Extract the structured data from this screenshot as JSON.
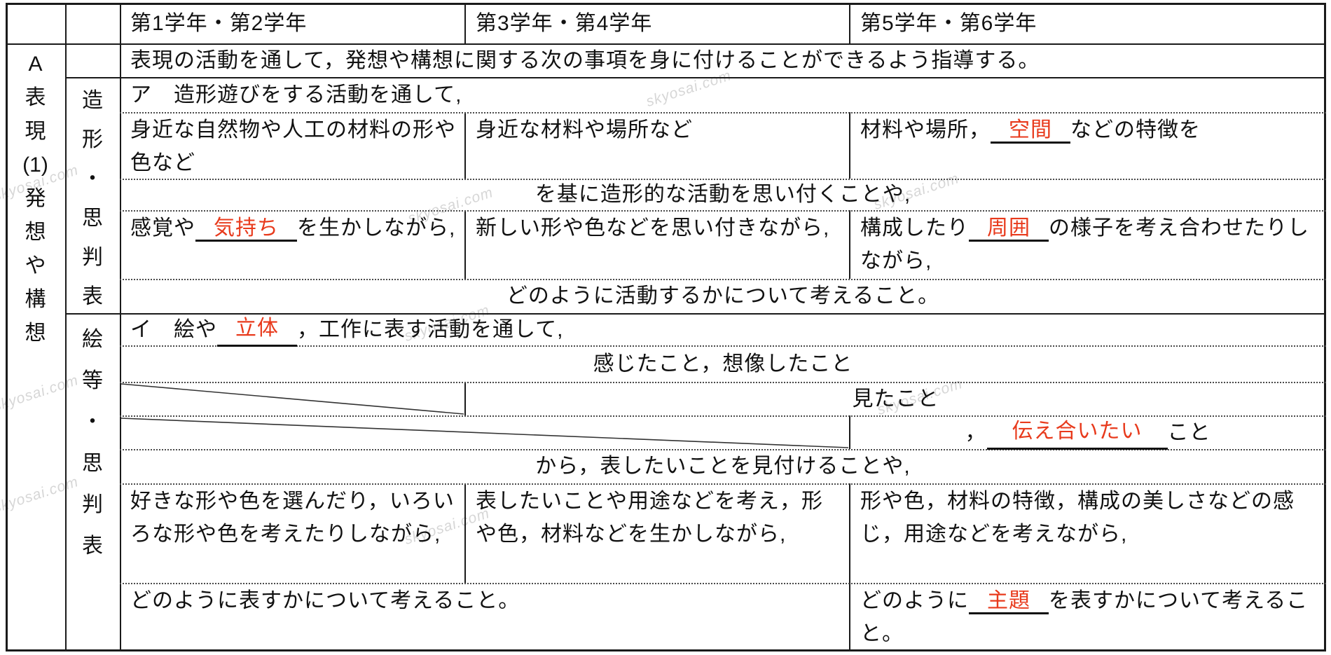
{
  "watermark": "skyosai.com",
  "colors": {
    "accent_red": "#e83a1c"
  },
  "header": {
    "grades12": "第1学年・第2学年",
    "grades34": "第3学年・第4学年",
    "grades56": "第5学年・第6学年"
  },
  "row_labels": {
    "section": [
      "A",
      "表",
      "現",
      "(1)",
      "発",
      "想",
      "や",
      "構",
      "想"
    ],
    "block1": [
      "造",
      "形",
      "・",
      "思",
      "判",
      "表"
    ],
    "block2": [
      "絵",
      "等",
      "・",
      "思",
      "判",
      "表"
    ]
  },
  "cells": {
    "intro": "表現の活動を通して，発想や構想に関する次の事項を身に付けることができるよう指導する。",
    "a_lead": "ア　造形遊びをする活動を通して,",
    "a_r1c1": "身近な自然物や人工の材料の形や色など",
    "a_r1c2": "身近な材料や場所など",
    "a_r1c3": {
      "pre": "材料や場所，",
      "blank": "空間",
      "post": "などの特徴を"
    },
    "a_mid": "を基に造形的な活動を思い付くことや,",
    "a_r2c1": {
      "pre": "感覚や",
      "blank": "気持ち",
      "post": "を生かしながら,"
    },
    "a_r2c2": "新しい形や色などを思い付きながら,",
    "a_r2c3": {
      "pre": "構成したり",
      "blank": "周囲",
      "post": "の様子を考え合わせたりしながら,"
    },
    "a_end": "どのように活動するかについて考えること。",
    "b_lead": {
      "pre": "イ　絵や",
      "blank": "立体",
      "post": "，工作に表す活動を通して,"
    },
    "b_feel": "感じたこと，想像したこと",
    "b_seen": "見たこと",
    "b_convey": {
      "pre": "，",
      "blank": "伝え合いたい",
      "post": "こと"
    },
    "b_from": "から，表したいことを見付けることや,",
    "b_r1c1": "好きな形や色を選んだり，いろいろな形や色を考えたりしながら,",
    "b_r1c2": "表したいことや用途などを考え，形や色，材料などを生かしながら,",
    "b_r1c3": "形や色，材料の特徴，構成の美しさなどの感じ，用途などを考えながら,",
    "b_end12": "どのように表すかについて考えること。",
    "b_end3": {
      "pre": "どのように",
      "blank": "主題",
      "post": "を表すかについて考えること。"
    }
  }
}
